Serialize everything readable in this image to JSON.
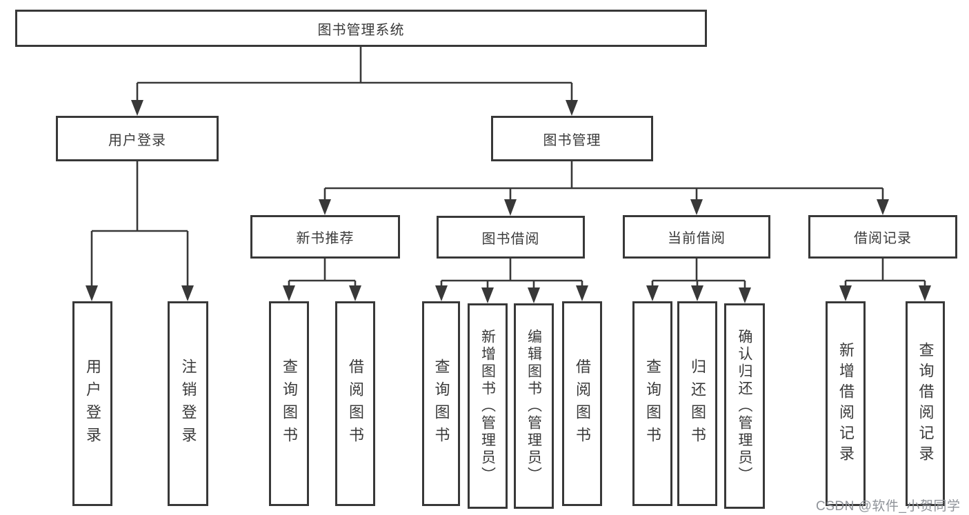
{
  "title": "图书管理系统",
  "watermark": "CSDN @软件_小贺同学",
  "colors": {
    "line": "#383838",
    "box_border": "#383838",
    "box_bg": "#ffffff",
    "text": "#3a3a3a",
    "watermark": "#8f9399"
  },
  "tree": {
    "root": {
      "label": "图书管理系统"
    },
    "branches": [
      {
        "label": "用户登录",
        "children": [
          {
            "label": "用户登录"
          },
          {
            "label": "注销登录"
          }
        ]
      },
      {
        "label": "图书管理",
        "sections": [
          {
            "label": "新书推荐",
            "children": [
              {
                "label": "查询图书"
              },
              {
                "label": "借阅图书"
              }
            ]
          },
          {
            "label": "图书借阅",
            "children": [
              {
                "label": "查询图书"
              },
              {
                "label": "新增图书（管理员）"
              },
              {
                "label": "编辑图书（管理员）"
              },
              {
                "label": "借阅图书"
              }
            ]
          },
          {
            "label": "当前借阅",
            "children": [
              {
                "label": "查询图书"
              },
              {
                "label": "归还图书"
              },
              {
                "label": "确认归还（管理员）"
              }
            ]
          },
          {
            "label": "借阅记录",
            "children": [
              {
                "label": "新增借阅记录"
              },
              {
                "label": "查询借阅记录"
              }
            ]
          }
        ]
      }
    ]
  }
}
